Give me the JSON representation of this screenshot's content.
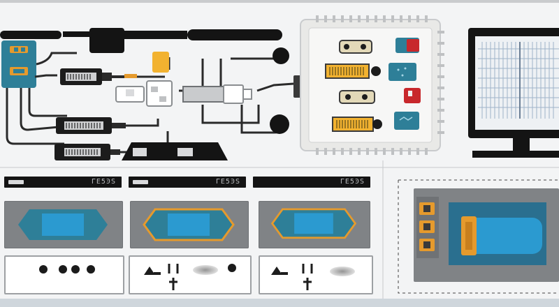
{
  "labels": {
    "strip_codes": [
      "ΓΕ5ϿS",
      "ΓΕ5ϿS",
      "ΓΕ5ϿS"
    ]
  },
  "colors": {
    "background": "#f3f4f5",
    "dark": "#141414",
    "teal": "#2e7f98",
    "blue": "#1f8fc4",
    "orange": "#e59a2d",
    "yellow": "#f2b230",
    "red": "#c8282c",
    "panel_gray": "#808386",
    "board": "#e9e9e7"
  },
  "icons": {
    "left_connector": "connector-icon",
    "monitor": "monitor-icon",
    "chip": "chip-icon",
    "sensor": "sensor-icon"
  }
}
